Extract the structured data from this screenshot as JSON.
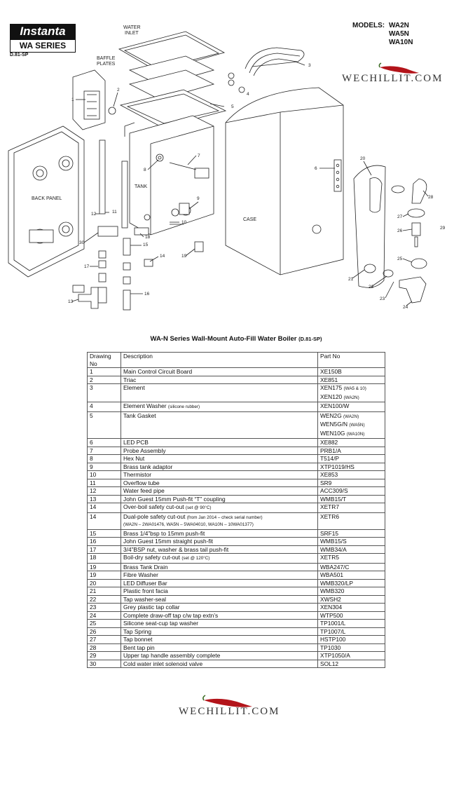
{
  "header": {
    "brand": "Instanta",
    "series": "WA SERIES",
    "drawing_code": "D.81-SP",
    "models_label": "MODELS:",
    "models": [
      "WA2N",
      "WA5N",
      "WA10N"
    ]
  },
  "watermark": "WECHILLIT.COM",
  "diagram": {
    "labels": {
      "water_inlet_1": "WATER",
      "water_inlet_2": "INLET",
      "baffle_1": "BAFFLE",
      "baffle_2": "PLATES",
      "back_panel": "BACK PANEL",
      "tank": "TANK",
      "case": "CASE"
    },
    "callouts": [
      "1",
      "2",
      "3",
      "4",
      "5",
      "6",
      "7",
      "8",
      "9",
      "10",
      "11",
      "12",
      "13",
      "14",
      "15",
      "16",
      "17",
      "18",
      "19",
      "20",
      "21",
      "22",
      "23",
      "24",
      "25",
      "26",
      "27",
      "28",
      "29",
      "30"
    ]
  },
  "table": {
    "title": "WA-N Series   Wall-Mount Auto-Fill Water Boiler",
    "title_code": "(D.81-SP)",
    "headers": {
      "no": "Drawing No",
      "desc": "Description",
      "part": "Part No"
    },
    "rows": [
      {
        "no": "1",
        "desc": "Main Control Circuit Board",
        "desc_note": "",
        "desc_note2": "",
        "part": "XE150B",
        "part_note": ""
      },
      {
        "no": "2",
        "desc": "Triac",
        "desc_note": "",
        "desc_note2": "",
        "part": "XE851",
        "part_note": ""
      },
      {
        "no": "3",
        "desc": "Element",
        "desc_note": "",
        "desc_note2": "",
        "part": "XEN175",
        "part_note": "(WA5 & 10)",
        "part2": "XEN120",
        "part2_note": "(WA2N)"
      },
      {
        "no": "4",
        "desc": "Element Washer",
        "desc_note": "(silicone rubber)",
        "desc_note2": "",
        "part": "XEN100/W",
        "part_note": ""
      },
      {
        "no": "5",
        "desc": "Tank Gasket",
        "desc_note": "",
        "desc_note2": "",
        "part": "WEN2G",
        "part_note": "(WA2N)",
        "part2": "WEN5G/N",
        "part2_note": "(WA5N)",
        "part3": "WEN10G",
        "part3_note": "(WA10N)"
      },
      {
        "no": "6",
        "desc": "LED PCB",
        "desc_note": "",
        "desc_note2": "",
        "part": "XE882",
        "part_note": ""
      },
      {
        "no": "7",
        "desc": "Probe Assembly",
        "desc_note": "",
        "desc_note2": "",
        "part": "PRB1/A",
        "part_note": ""
      },
      {
        "no": "8",
        "desc": "Hex Nut",
        "desc_note": "",
        "desc_note2": "",
        "part": "T514/P",
        "part_note": ""
      },
      {
        "no": "9",
        "desc": "Brass tank adaptor",
        "desc_note": "",
        "desc_note2": "",
        "part": "XTP1019/HS",
        "part_note": ""
      },
      {
        "no": "10",
        "desc": "Thermistor",
        "desc_note": "",
        "desc_note2": "",
        "part": "XE853",
        "part_note": ""
      },
      {
        "no": "11",
        "desc": "Overflow tube",
        "desc_note": "",
        "desc_note2": "",
        "part": "SR9",
        "part_note": ""
      },
      {
        "no": "12",
        "desc": "Water feed pipe",
        "desc_note": "",
        "desc_note2": "",
        "part": "ACC309/S",
        "part_note": ""
      },
      {
        "no": "13",
        "desc": "John Guest 15mm Push-fit “T” coupling",
        "desc_note": "",
        "desc_note2": "",
        "part": "WMB15/T",
        "part_note": ""
      },
      {
        "no": "14",
        "desc": "Over-boil safety cut-out",
        "desc_note": "(set @ 90°C)",
        "desc_note2": "",
        "part": "XETR7",
        "part_note": ""
      },
      {
        "no": "14",
        "desc": "Dual-pole safety cut-out",
        "desc_note": "(from Jan 2014 – check serial number)",
        "desc_note2": "(WA2N – 2WA01476, WA5N – 5WA04010, WA10N – 10WA01377)",
        "part": "XETR6",
        "part_note": ""
      },
      {
        "no": "15",
        "desc": "Brass 1/4”bsp to 15mm push-fit",
        "desc_note": "",
        "desc_note2": "",
        "part": "SRF15",
        "part_note": ""
      },
      {
        "no": "16",
        "desc": "John Guest 15mm straight push-fit",
        "desc_note": "",
        "desc_note2": "",
        "part": "WMB15/S",
        "part_note": ""
      },
      {
        "no": "17",
        "desc": "3/4”BSP nut, washer & brass tail push-fit",
        "desc_note": "",
        "desc_note2": "",
        "part": "WMB34/A",
        "part_note": ""
      },
      {
        "no": "18",
        "desc": "Boil-dry safety cut-out",
        "desc_note": "(set @ 120°C)",
        "desc_note2": "",
        "part": "XETR5",
        "part_note": ""
      },
      {
        "no": "19",
        "desc": "Brass Tank Drain",
        "desc_note": "",
        "desc_note2": "",
        "part": "WBA247/C",
        "part_note": ""
      },
      {
        "no": "19",
        "desc": "Fibre Washer",
        "desc_note": "",
        "desc_note2": "",
        "part": "WBA501",
        "part_note": ""
      },
      {
        "no": "20",
        "desc": "LED Diffuser Bar",
        "desc_note": "",
        "desc_note2": "",
        "part": "WMB320/LP",
        "part_note": ""
      },
      {
        "no": "21",
        "desc": "Plastic front facia",
        "desc_note": "",
        "desc_note2": "",
        "part": "WMB320",
        "part_note": ""
      },
      {
        "no": "22",
        "desc": "Tap washer-seal",
        "desc_note": "",
        "desc_note2": "",
        "part": "XWSH2",
        "part_note": ""
      },
      {
        "no": "23",
        "desc": "Grey plastic tap collar",
        "desc_note": "",
        "desc_note2": "",
        "part": "XEN304",
        "part_note": ""
      },
      {
        "no": "24",
        "desc": "Complete draw-off tap c/w tap extn’s",
        "desc_note": "",
        "desc_note2": "",
        "part": "WTP500",
        "part_note": ""
      },
      {
        "no": "25",
        "desc": "Silicone seat-cup tap washer",
        "desc_note": "",
        "desc_note2": "",
        "part": "TP1001/L",
        "part_note": ""
      },
      {
        "no": "26",
        "desc": "Tap Spring",
        "desc_note": "",
        "desc_note2": "",
        "part": "TP1007/L",
        "part_note": ""
      },
      {
        "no": "27",
        "desc": "Tap bonnet",
        "desc_note": "",
        "desc_note2": "",
        "part": "HSTP100",
        "part_note": ""
      },
      {
        "no": "28",
        "desc": "Bent tap pin",
        "desc_note": "",
        "desc_note2": "",
        "part": "TP1030",
        "part_note": ""
      },
      {
        "no": "29",
        "desc": "Upper tap handle assembly complete",
        "desc_note": "",
        "desc_note2": "",
        "part": "XTP1050/A",
        "part_note": ""
      },
      {
        "no": "30",
        "desc": "Cold water inlet solenoid valve",
        "desc_note": "",
        "desc_note2": "",
        "part": "SOL12",
        "part_note": ""
      }
    ]
  }
}
